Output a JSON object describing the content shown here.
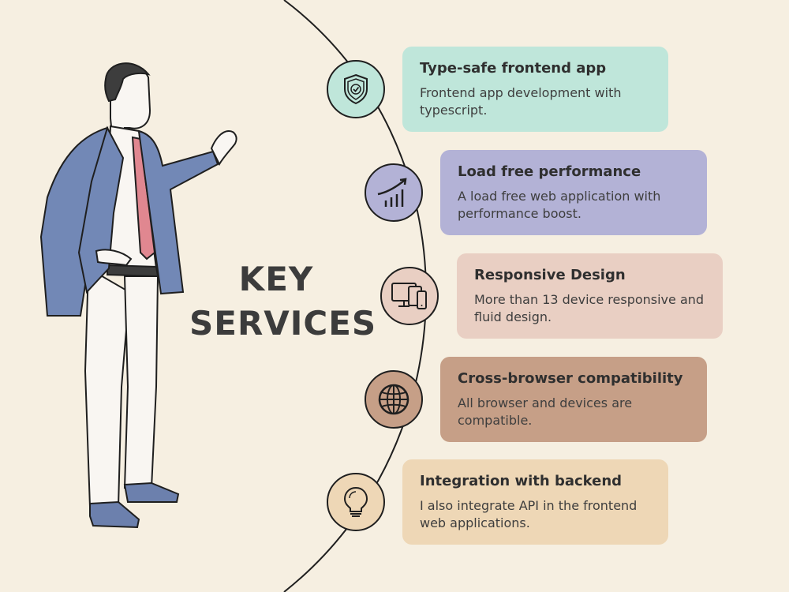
{
  "title": {
    "line1": "KEY",
    "line2": "SERVICES"
  },
  "colors": {
    "background": "#f6efe1",
    "card1": "#bfe6da",
    "card2": "#b3b2d6",
    "card3": "#e9cfc3",
    "card4": "#c69f87",
    "card5": "#eed7b6"
  },
  "services": [
    {
      "icon": "shield-check-icon",
      "title": "Type-safe frontend app",
      "description": "Frontend app development with typescript."
    },
    {
      "icon": "growth-chart-icon",
      "title": "Load free performance",
      "description": "A load free web application with performance boost."
    },
    {
      "icon": "devices-icon",
      "title": "Responsive Design",
      "description": "More than 13 device responsive and fluid design."
    },
    {
      "icon": "globe-icon",
      "title": "Cross-browser compatibility",
      "description": "All browser and devices are compatible."
    },
    {
      "icon": "lightbulb-icon",
      "title": "Integration with backend",
      "description": "I also integrate API in the frontend web applications."
    }
  ]
}
